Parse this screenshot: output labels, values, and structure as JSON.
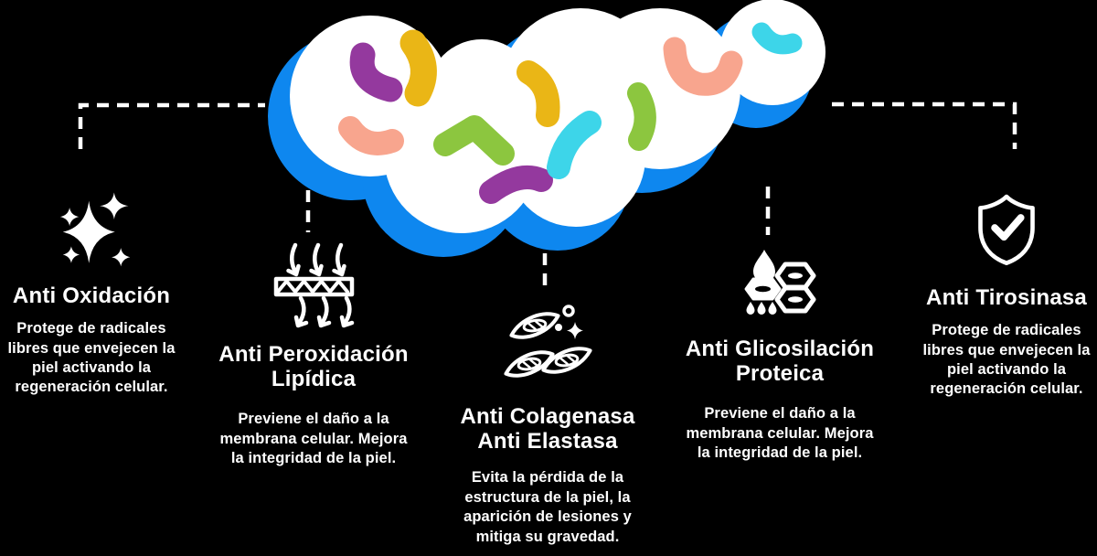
{
  "background_color": "#000000",
  "text_color": "#ffffff",
  "cloud": {
    "name": "microbiome-cloud",
    "body_color": "#ffffff",
    "shadow_color": "#0e87ef",
    "microbe_colors": {
      "purple": "#94399e",
      "gold": "#eab616",
      "salmon": "#f8a58e",
      "green": "#8cc63f",
      "cyan": "#3dd5e9"
    }
  },
  "connector_style": {
    "color": "#ffffff",
    "style": "dashed"
  },
  "sections": [
    {
      "id": "anti-oxidacion",
      "icon": "sparkles-icon",
      "title": "Anti Oxidación",
      "description": "Protege de radicales\nlibres que envejecen la\npiel activando la\nregeneración celular."
    },
    {
      "id": "anti-peroxidacion-lipidica",
      "icon": "membrane-arrows-icon",
      "title": "Anti Peroxidación\nLipídica",
      "description": "Previene el daño a la\nmembrana celular. Mejora\nla integridad de la piel."
    },
    {
      "id": "anti-colagenasa-anti-elastasa",
      "icon": "fibroblast-cells-icon",
      "title": "Anti Colagenasa\nAnti Elastasa",
      "description": "Evita la pérdida de la\nestructura de la piel, la\naparición de lesiones y\nmitiga su gravedad."
    },
    {
      "id": "anti-glicosilacion-proteica",
      "icon": "droplet-hexagon-cells-icon",
      "title": "Anti Glicosilación\nProteica",
      "description": "Previene el daño a la\nmembrana celular. Mejora\nla integridad de la piel."
    },
    {
      "id": "anti-tirosinasa",
      "icon": "shield-check-icon",
      "title": "Anti Tirosinasa",
      "description": "Protege de radicales\nlibres que envejecen la\npiel activando la\nregeneración celular."
    }
  ]
}
